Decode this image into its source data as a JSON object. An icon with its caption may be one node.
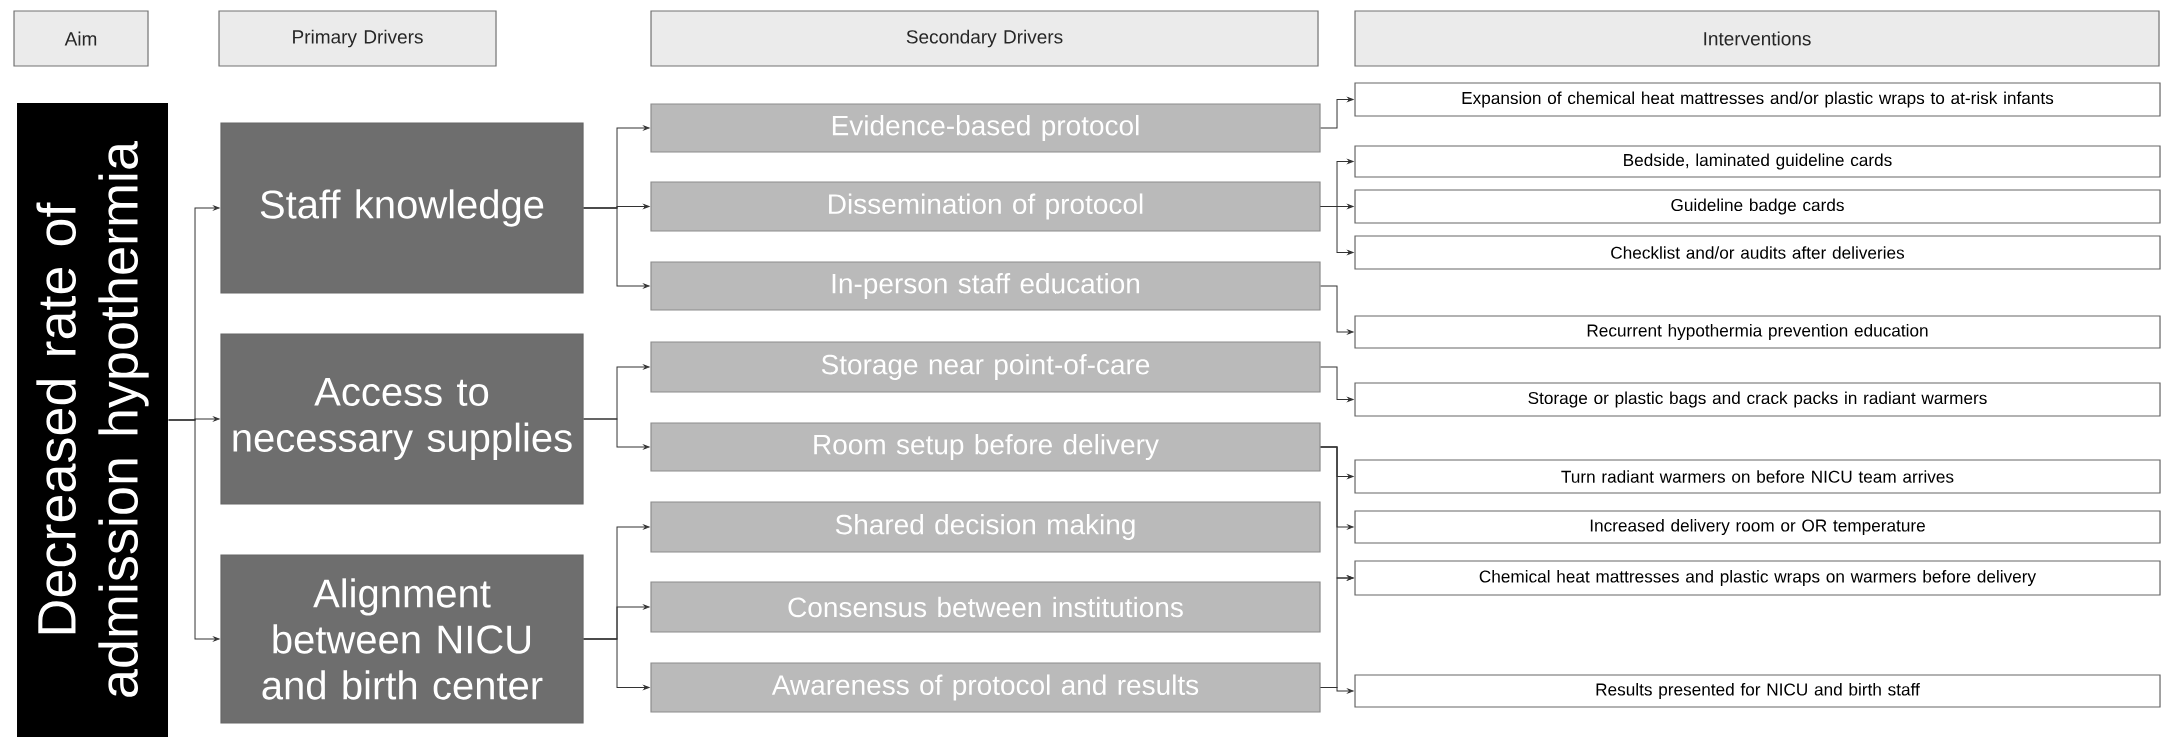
{
  "diagram": {
    "nodes": [
      {
        "text": [
          "Aim"
        ]
      },
      {
        "text": [
          "Primary Drivers"
        ]
      },
      {
        "text": [
          "Secondary Drivers"
        ]
      },
      {
        "text": [
          "Interventions"
        ]
      },
      {
        "text": [
          "Decreased rate of admission hypothermia"
        ]
      },
      {
        "text": [
          "Staff knowledge"
        ]
      },
      {
        "text": [
          "Access to necessary supplies"
        ]
      },
      {
        "text": [
          "Alignment between NICU and birth center"
        ]
      },
      {
        "text": [
          "Evidence-based protocol"
        ]
      },
      {
        "text": [
          "Dissemination of protocol"
        ]
      },
      {
        "text": [
          "In-person staff education"
        ]
      },
      {
        "text": [
          "Storage near point-of-care"
        ]
      },
      {
        "text": [
          "Room setup before delivery"
        ]
      },
      {
        "text": [
          "Shared decision making"
        ]
      },
      {
        "text": [
          "Consensus between institutions"
        ]
      },
      {
        "text": [
          "Awareness of protocol and results"
        ]
      },
      {
        "text": [
          "Expansion of chemical heat mattresses and/or plastic wraps to at-risk infants"
        ]
      },
      {
        "text": [
          "Bedside, laminated guideline cards"
        ]
      },
      {
        "text": [
          "Guideline badge cards"
        ]
      },
      {
        "text": [
          "Checklist and/or audits after deliveries"
        ]
      },
      {
        "text": [
          "Recurrent hypothermia prevention education"
        ]
      },
      {
        "text": [
          "Storage or plastic bags and crack packs in radiant warmers"
        ]
      },
      {
        "text": [
          "Turn radiant warmers on before NICU team arrives"
        ]
      },
      {
        "text": [
          "Increased delivery room or OR temperature"
        ]
      },
      {
        "text": [
          "Chemical heat mattresses and plastic wraps on warmers before delivery"
        ]
      },
      {
        "text": [
          "Results presented for NICU and birth staff"
        ]
      }
    ],
    "edges": [
      {
        "from": 4,
        "to": 5,
        "arrow": "to"
      },
      {
        "from": 4,
        "to": 6,
        "arrow": "to"
      },
      {
        "from": 4,
        "to": 7,
        "arrow": "to"
      },
      {
        "from": 5,
        "to": 8,
        "arrow": "to"
      },
      {
        "from": 5,
        "to": 9,
        "arrow": "to"
      },
      {
        "from": 5,
        "to": 10,
        "arrow": "to"
      },
      {
        "from": 6,
        "to": 11,
        "arrow": "to"
      },
      {
        "from": 6,
        "to": 12,
        "arrow": "to"
      },
      {
        "from": 7,
        "to": 13,
        "arrow": "to"
      },
      {
        "from": 7,
        "to": 14,
        "arrow": "to"
      },
      {
        "from": 7,
        "to": 15,
        "arrow": "to"
      },
      {
        "from": 8,
        "to": 16,
        "arrow": "to"
      },
      {
        "from": 9,
        "to": 17,
        "arrow": "to"
      },
      {
        "from": 9,
        "to": 18,
        "arrow": "to"
      },
      {
        "from": 9,
        "to": 19,
        "arrow": "to"
      },
      {
        "from": 10,
        "to": 20,
        "arrow": "to"
      },
      {
        "from": 11,
        "to": 21,
        "arrow": "to"
      },
      {
        "from": 12,
        "to": 22,
        "arrow": "to"
      },
      {
        "from": 12,
        "to": 23,
        "arrow": "to"
      },
      {
        "from": 12,
        "to": 24,
        "arrow": "to"
      },
      {
        "from": 15,
        "to": 24,
        "arrow": "to"
      },
      {
        "from": 15,
        "to": 25,
        "arrow": "to"
      }
    ]
  }
}
